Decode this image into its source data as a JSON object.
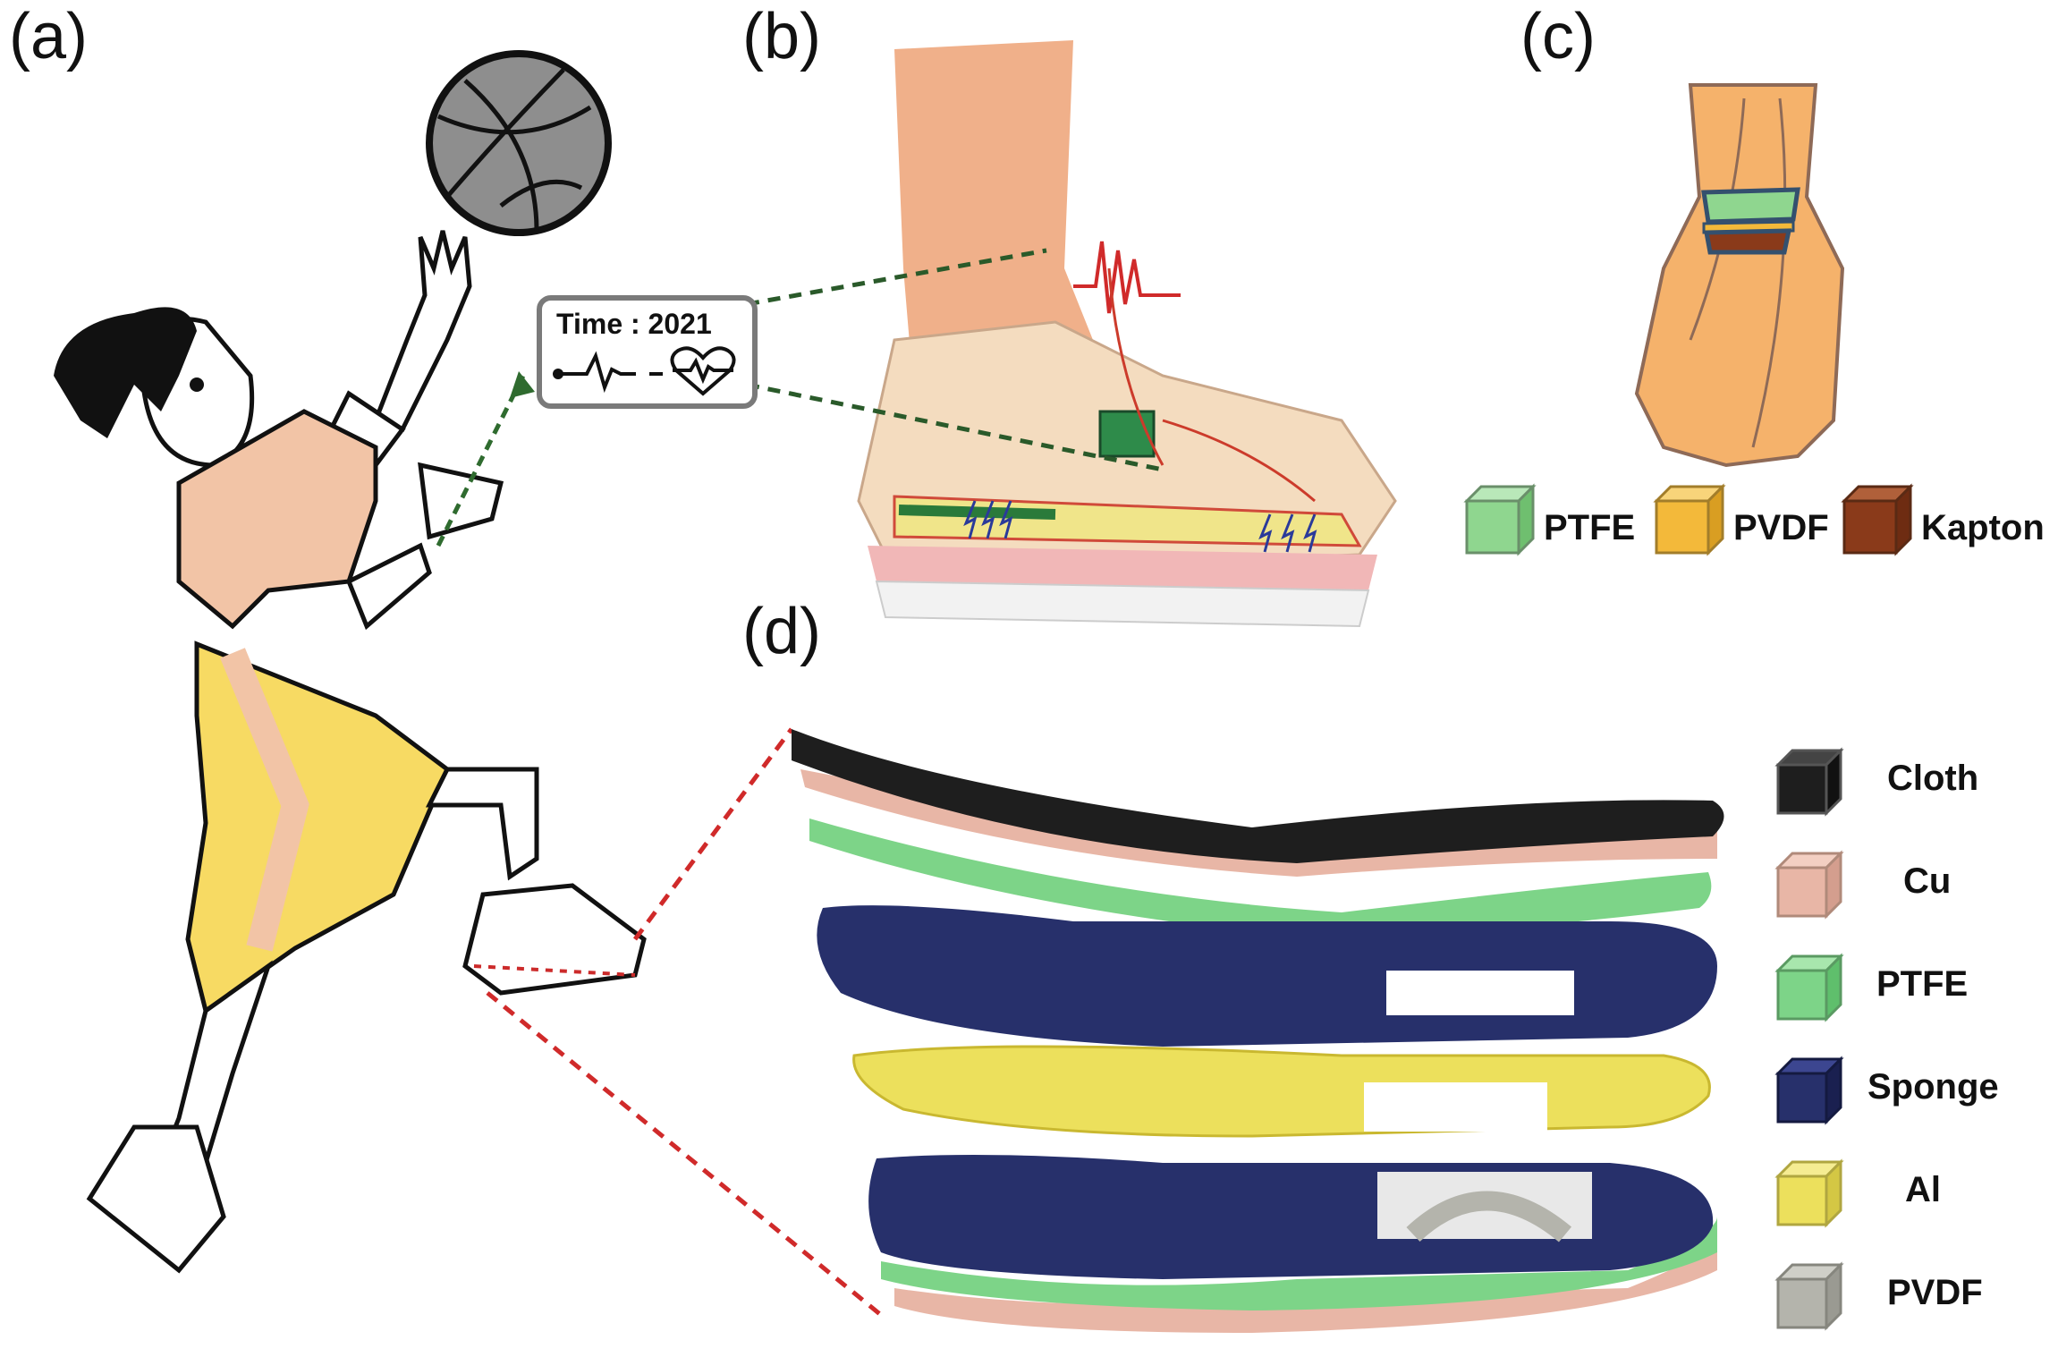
{
  "panels": {
    "a": "(a)",
    "b": "(b)",
    "c": "(c)",
    "d": "(d)"
  },
  "display": {
    "time_label": "Time : 2021"
  },
  "legend_c": [
    {
      "label": "PTFE",
      "color": "#8fd68f"
    },
    {
      "label": "PVDF",
      "color": "#f3b93a"
    },
    {
      "label": "Kapton",
      "color": "#8a3a1a"
    }
  ],
  "legend_d": [
    {
      "label": "Cloth",
      "color": "#1e1e1e"
    },
    {
      "label": "Cu",
      "color": "#e8b6a6"
    },
    {
      "label": "PTFE",
      "color": "#7dd488"
    },
    {
      "label": "Sponge",
      "color": "#27306b"
    },
    {
      "label": "Al",
      "color": "#ece05c"
    },
    {
      "label": "PVDF",
      "color": "#b4b4ac"
    }
  ],
  "icons": {
    "pulse": "ecg-pulse-icon",
    "heart": "heart-rate-icon"
  }
}
